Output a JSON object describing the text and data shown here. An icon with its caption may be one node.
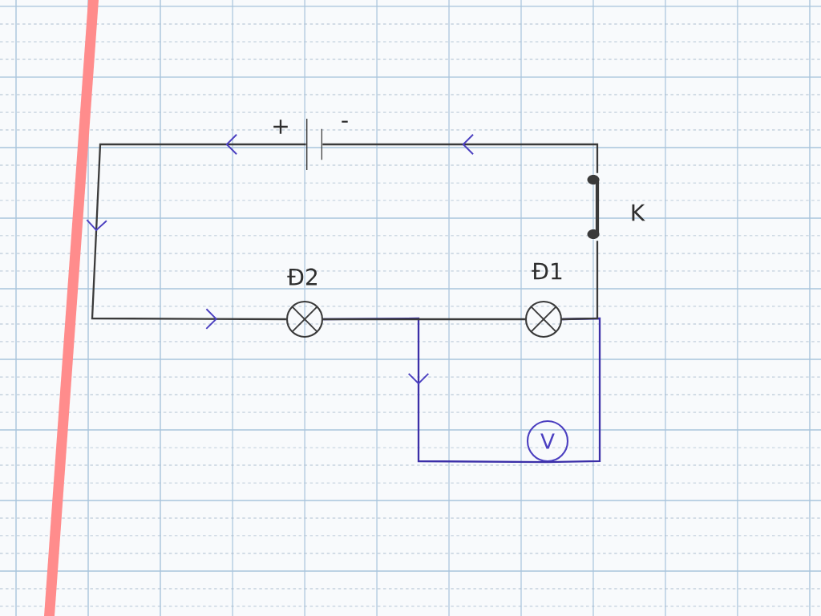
{
  "diagram": {
    "nodes": [
      {
        "text": [],
        "shape": "battery",
        "beside": [
          "+",
          "-"
        ]
      },
      {
        "text": [],
        "shape": "switch",
        "beside": [
          "K"
        ]
      },
      {
        "text": [],
        "shape": "circle",
        "beside": [
          "Đ1"
        ]
      },
      {
        "text": [],
        "shape": "circle",
        "beside": [
          "Đ2"
        ]
      },
      {
        "text": [
          "V"
        ]
      }
    ],
    "edges": [
      {
        "from": 0,
        "to": 3,
        "arrow": "to"
      },
      {
        "from": 3,
        "to": 2,
        "arrow": "none"
      },
      {
        "from": 2,
        "to": 1,
        "arrow": "none"
      },
      {
        "from": 1,
        "to": 0,
        "arrow": "to"
      },
      {
        "from": 3,
        "to": 4,
        "arrow": "to",
        "color": "#3b2fa8"
      },
      {
        "from": 4,
        "to": 2,
        "arrow": "none",
        "color": "#3b2fa8"
      }
    ]
  }
}
